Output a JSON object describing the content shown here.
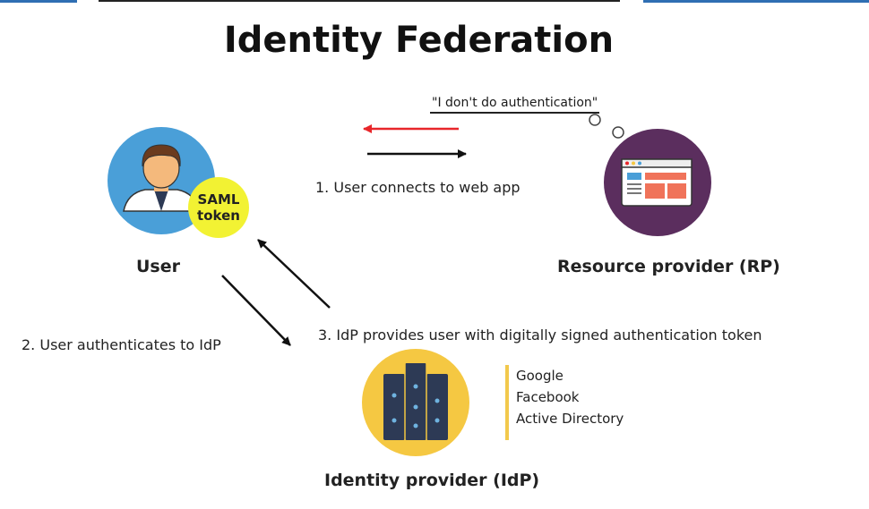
{
  "title": "Identity Federation",
  "user": {
    "label": "User",
    "token_line1": "SAML",
    "token_line2": "token"
  },
  "rp": {
    "label": "Resource provider (RP)",
    "thought": "\"I don't do authentication\""
  },
  "idp": {
    "label": "Identity provider (IdP)",
    "providers": [
      "Google",
      "Facebook",
      "Active Directory"
    ]
  },
  "steps": {
    "step1": "1. User connects to web app",
    "step2": "2. User authenticates to IdP",
    "step3": "3. IdP provides user with digitally signed authentication token"
  },
  "colors": {
    "user_circle": "#4a9fd8",
    "rp_circle": "#5b2e5e",
    "idp_circle": "#f5c842",
    "token_circle": "#f2f233",
    "redirect_arrow": "#e8262a",
    "arrow": "#111111"
  }
}
